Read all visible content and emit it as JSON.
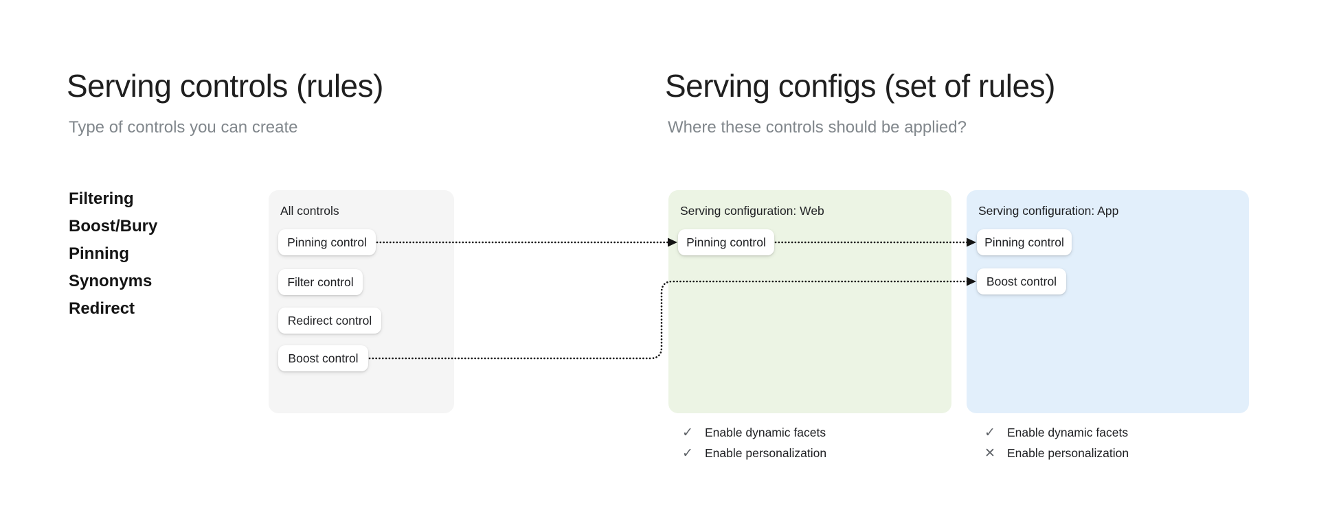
{
  "left_section": {
    "title": "Serving controls (rules)",
    "subtitle": "Type of controls you can create",
    "control_types": [
      "Filtering",
      "Boost/Bury",
      "Pinning",
      "Synonyms",
      "Redirect"
    ]
  },
  "right_section": {
    "title": "Serving configs (set of rules)",
    "subtitle": "Where these controls should be applied?"
  },
  "all_controls_card": {
    "label": "All controls",
    "controls": [
      "Pinning control",
      "Filter control",
      "Redirect control",
      "Boost control"
    ]
  },
  "web_config_card": {
    "label": "Serving configuration: Web",
    "controls": [
      "Pinning control"
    ],
    "settings": [
      {
        "label": "Enable dynamic facets",
        "enabled": true,
        "icon": "check"
      },
      {
        "label": "Enable personalization",
        "enabled": true,
        "icon": "check"
      }
    ]
  },
  "app_config_card": {
    "label": "Serving configuration: App",
    "controls": [
      "Pinning control",
      "Boost control"
    ],
    "settings": [
      {
        "label": "Enable dynamic facets",
        "enabled": true,
        "icon": "check"
      },
      {
        "label": "Enable personalization",
        "enabled": false,
        "icon": "cross"
      }
    ]
  },
  "glyphs": {
    "check": "✓",
    "cross": "✕"
  },
  "colors": {
    "all_controls_bg": "#f5f5f5",
    "web_card_bg": "#ecf4e4",
    "app_card_bg": "#e2effb",
    "title_color": "#1f1f1f",
    "subtitle_color": "#81878c",
    "icon_color": "#5f6368",
    "arrow_color": "#141414"
  }
}
